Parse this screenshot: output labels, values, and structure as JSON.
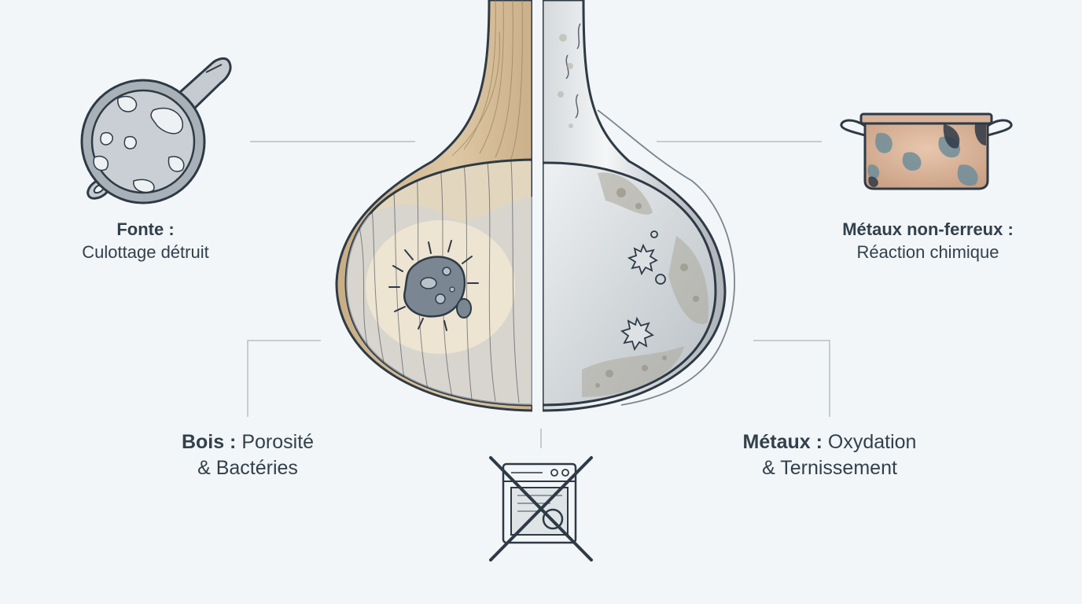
{
  "labels": {
    "fonte": {
      "title": "Fonte :",
      "text": "Culottage détruit"
    },
    "non_ferreux": {
      "title": "Métaux non-ferreux :",
      "text": "Réaction chimique"
    },
    "bois": {
      "title": "Bois :",
      "text1": "Porosité",
      "text2": "& Bactéries"
    },
    "metaux": {
      "title": "Métaux :",
      "text1": "Oxydation",
      "text2": "& Ternissement"
    }
  },
  "icons": {
    "skillet": "cast-iron-skillet-icon",
    "pot": "copper-pot-icon",
    "spoon": "wood-metal-spoon-illustration",
    "bacteria": "bacteria-icon",
    "dishwasher": "crossed-out-dishwasher-icon"
  },
  "colors": {
    "background": "#f2f6f8",
    "outline": "#2e3a46",
    "wood": "#d9c3a0",
    "metal": "#c8ccd0",
    "leader_line": "#b7bdc2"
  }
}
